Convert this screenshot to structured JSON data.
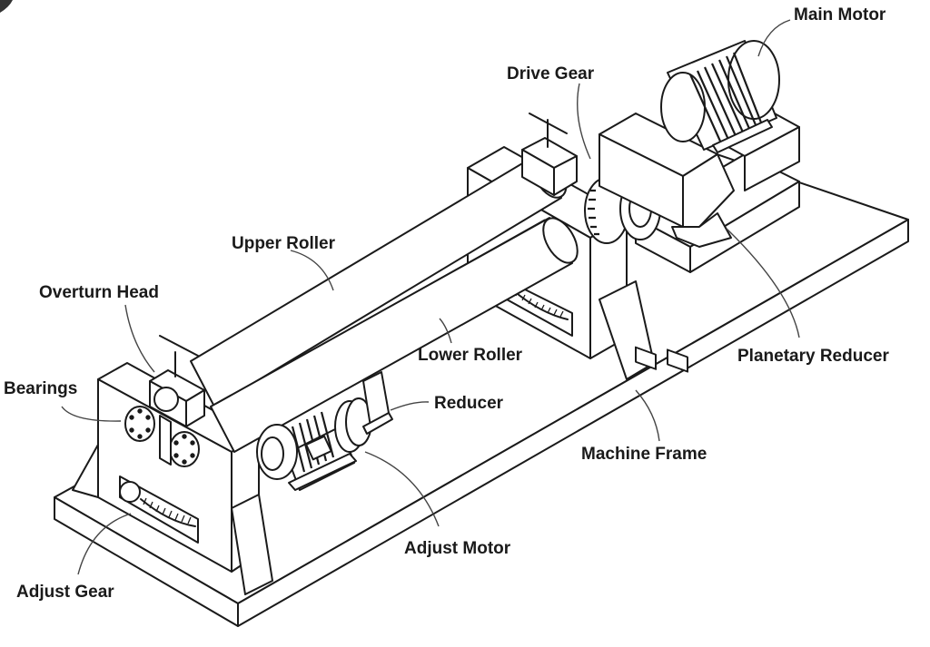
{
  "diagram": {
    "title": "Three-roller plate bending machine components",
    "labels": {
      "main_motor": "Main Motor",
      "drive_gear": "Drive Gear",
      "upper_roller": "Upper Roller",
      "overturn_head": "Overturn Head",
      "lower_roller": "Lower Roller",
      "planetary_reducer": "Planetary Reducer",
      "bearings": "Bearings",
      "reducer": "Reducer",
      "machine_frame": "Machine Frame",
      "adjust_motor": "Adjust Motor",
      "adjust_gear": "Adjust Gear"
    },
    "colors": {
      "line": "#1a1a1a",
      "leader": "#444444",
      "background": "#ffffff"
    }
  }
}
